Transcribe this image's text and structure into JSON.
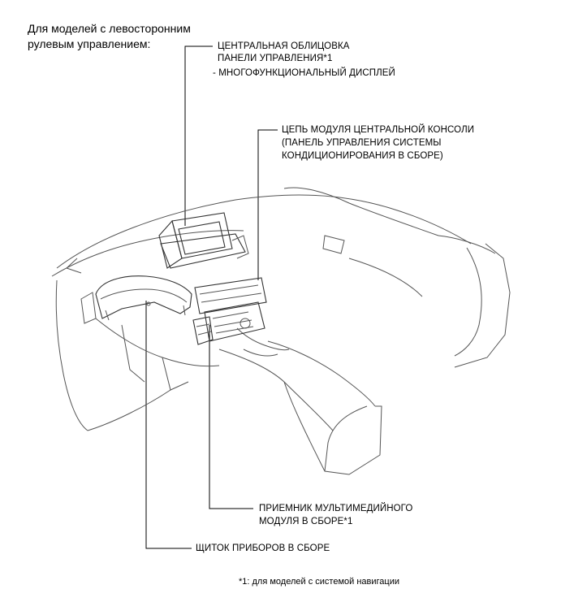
{
  "heading": {
    "line1": "Для моделей с левосторонним",
    "line2": "рулевым управлением:"
  },
  "callouts": {
    "center_panel": {
      "line1": "ЦЕНТРАЛЬНАЯ ОБЛИЦОВКА",
      "line2": "ПАНЕЛИ УПРАВЛЕНИЯ*1",
      "line3": "- МНОГОФУНКЦИОНАЛЬНЫЙ ДИСПЛЕЙ"
    },
    "console_module": {
      "line1": "ЦЕПЬ МОДУЛЯ ЦЕНТРАЛЬНОЙ КОНСОЛИ",
      "line2": "(ПАНЕЛЬ УПРАВЛЕНИЯ СИСТЕМЫ",
      "line3": "КОНДИЦИОНИРОВАНИЯ В СБОРЕ)"
    },
    "multimedia_receiver": {
      "line1": "ПРИЕМНИК МУЛЬТИМЕДИЙНОГО",
      "line2": "МОДУЛЯ В СБОРЕ*1"
    },
    "instrument_cluster": {
      "line1": "ЩИТОК ПРИБОРОВ В СБОРЕ"
    }
  },
  "footnote": "*1: для моделей с системой навигации"
}
